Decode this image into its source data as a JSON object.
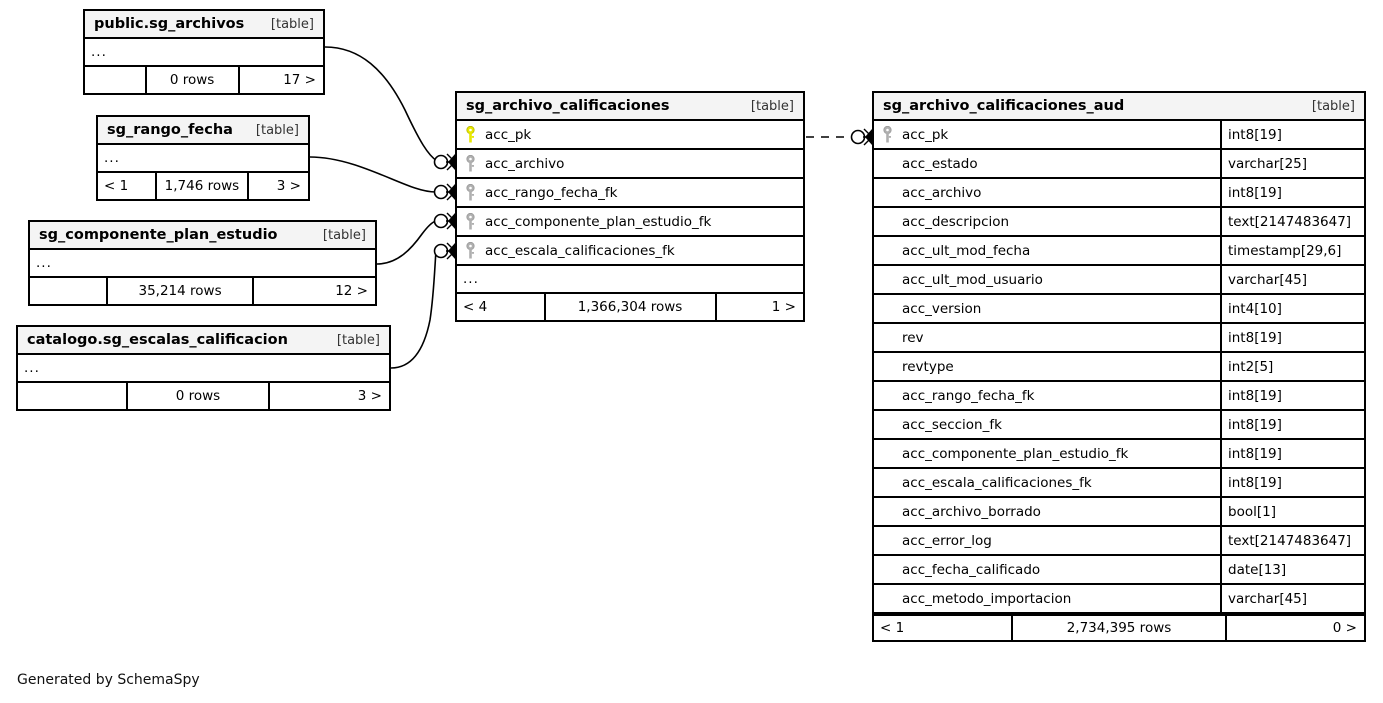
{
  "diagram": {
    "generator_note": "Generated by SchemaSpy",
    "table_tag": "[table]",
    "ellipsis": "...",
    "key_colors": {
      "primary_key": "#e8e800",
      "foreign_key": "#b0b0b0"
    }
  },
  "tables": [
    {
      "id": "sg_archivos",
      "name": "public.sg_archivos",
      "tag": "[table]",
      "ellipsis": "...",
      "footer": {
        "left": "",
        "center": "0 rows",
        "right": "17 >"
      }
    },
    {
      "id": "sg_rango_fecha",
      "name": "sg_rango_fecha",
      "tag": "[table]",
      "ellipsis": "...",
      "footer": {
        "left": "< 1",
        "center": "1,746 rows",
        "right": "3 >"
      }
    },
    {
      "id": "sg_componente_plan_estudio",
      "name": "sg_componente_plan_estudio",
      "tag": "[table]",
      "ellipsis": "...",
      "footer": {
        "left": "",
        "center": "35,214 rows",
        "right": "12 >"
      }
    },
    {
      "id": "sg_escalas_calificacion",
      "name": "catalogo.sg_escalas_calificacion",
      "tag": "[table]",
      "ellipsis": "...",
      "footer": {
        "left": "",
        "center": "0 rows",
        "right": "3 >"
      }
    },
    {
      "id": "sg_archivo_calificaciones",
      "name": "sg_archivo_calificaciones",
      "tag": "[table]",
      "ellipsis": "...",
      "columns": [
        {
          "name": "acc_pk",
          "key": "pk",
          "type": ""
        },
        {
          "name": "acc_archivo",
          "key": "fk",
          "type": ""
        },
        {
          "name": "acc_rango_fecha_fk",
          "key": "fk",
          "type": ""
        },
        {
          "name": "acc_componente_plan_estudio_fk",
          "key": "fk",
          "type": ""
        },
        {
          "name": "acc_escala_calificaciones_fk",
          "key": "fk",
          "type": ""
        }
      ],
      "footer": {
        "left": "< 4",
        "center": "1,366,304 rows",
        "right": "1 >"
      }
    },
    {
      "id": "sg_archivo_calificaciones_aud",
      "name": "sg_archivo_calificaciones_aud",
      "tag": "[table]",
      "columns": [
        {
          "name": "acc_pk",
          "key": "fk",
          "type": "int8[19]"
        },
        {
          "name": "acc_estado",
          "key": "none",
          "type": "varchar[25]"
        },
        {
          "name": "acc_archivo",
          "key": "none",
          "type": "int8[19]"
        },
        {
          "name": "acc_descripcion",
          "key": "none",
          "type": "text[2147483647]"
        },
        {
          "name": "acc_ult_mod_fecha",
          "key": "none",
          "type": "timestamp[29,6]"
        },
        {
          "name": "acc_ult_mod_usuario",
          "key": "none",
          "type": "varchar[45]"
        },
        {
          "name": "acc_version",
          "key": "none",
          "type": "int4[10]"
        },
        {
          "name": "rev",
          "key": "none",
          "type": "int8[19]"
        },
        {
          "name": "revtype",
          "key": "none",
          "type": "int2[5]"
        },
        {
          "name": "acc_rango_fecha_fk",
          "key": "none",
          "type": "int8[19]"
        },
        {
          "name": "acc_seccion_fk",
          "key": "none",
          "type": "int8[19]"
        },
        {
          "name": "acc_componente_plan_estudio_fk",
          "key": "none",
          "type": "int8[19]"
        },
        {
          "name": "acc_escala_calificaciones_fk",
          "key": "none",
          "type": "int8[19]"
        },
        {
          "name": "acc_archivo_borrado",
          "key": "none",
          "type": "bool[1]"
        },
        {
          "name": "acc_error_log",
          "key": "none",
          "type": "text[2147483647]"
        },
        {
          "name": "acc_fecha_calificado",
          "key": "none",
          "type": "date[13]"
        },
        {
          "name": "acc_metodo_importacion",
          "key": "none",
          "type": "varchar[45]"
        }
      ],
      "footer": {
        "left": "< 1",
        "center": "2,734,395 rows",
        "right": "0 >"
      }
    }
  ],
  "relationships": [
    {
      "from": "sg_archivos",
      "to": "acc_archivo",
      "style": "solid"
    },
    {
      "from": "sg_rango_fecha",
      "to": "acc_rango_fecha_fk",
      "style": "solid"
    },
    {
      "from": "sg_componente_plan_estudio",
      "to": "acc_componente_plan_estudio_fk",
      "style": "solid"
    },
    {
      "from": "sg_escalas_calificacion",
      "to": "acc_escala_calificaciones_fk",
      "style": "solid"
    },
    {
      "from": "sg_archivo_calificaciones",
      "to": "sg_archivo_calificaciones_aud",
      "style": "dashed"
    }
  ]
}
